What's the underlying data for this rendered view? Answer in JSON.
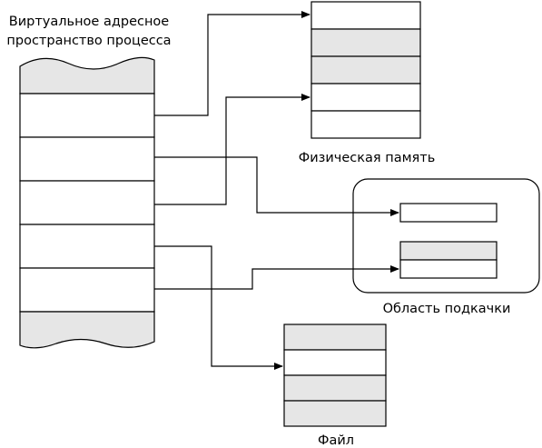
{
  "labels": {
    "vas_line1": "Виртуальное адресное",
    "vas_line2": "пространство процесса",
    "physical": "Физическая память",
    "swap": "Область подкачки",
    "file": "Файл"
  },
  "colors": {
    "shaded": "#e6e6e6",
    "plain": "#ffffff",
    "stroke": "#000000"
  },
  "physical_memory_pages": [
    "plain",
    "shaded",
    "shaded",
    "plain",
    "plain"
  ],
  "swap_pages": [
    "plain",
    "shaded",
    "plain"
  ],
  "file_pages": [
    "shaded",
    "plain",
    "shaded",
    "shaded"
  ],
  "vas_pages": [
    "shaded",
    "plain",
    "plain",
    "plain",
    "plain",
    "plain",
    "shaded"
  ]
}
